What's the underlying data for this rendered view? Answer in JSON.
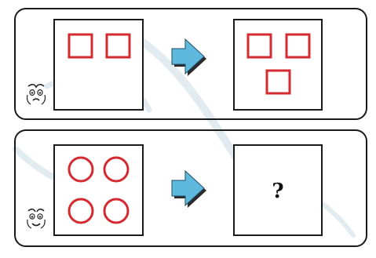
{
  "puzzle": {
    "rows": [
      {
        "shape": "square",
        "before_count": 2,
        "after_count": 3,
        "face": "face-icon-worried"
      },
      {
        "shape": "circle",
        "before_count": 4,
        "after_text": "?",
        "face": "face-icon-smiling"
      }
    ],
    "arrow_icon": "arrow-right-icon",
    "colors": {
      "shape_stroke": "#d42a30",
      "arrow_fill": "#5fb9dc",
      "arrow_shadow": "#2b2b2b",
      "frame_stroke": "#1a1a1a",
      "watermark": "#a9c6d3"
    }
  }
}
